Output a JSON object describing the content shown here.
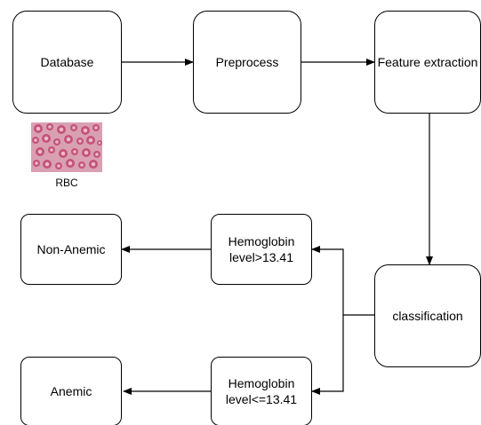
{
  "nodes": {
    "database": "Database",
    "preprocess": "Preprocess",
    "feature_extraction": "Feature extraction",
    "classification": "classification",
    "hb_high_line1": "Hemoglobin",
    "hb_high_line2": "level>13.41",
    "hb_low_line1": "Hemoglobin",
    "hb_low_line2": "level<=13.41",
    "non_anemic": "Non-Anemic",
    "anemic": "Anemic"
  },
  "image": {
    "caption": "RBC",
    "background_color": "#d9a0b2",
    "cell_color": "#c4527a",
    "cell_center_color": "#e9bccb"
  },
  "colors": {
    "stroke": "#000000",
    "fill": "#ffffff"
  }
}
